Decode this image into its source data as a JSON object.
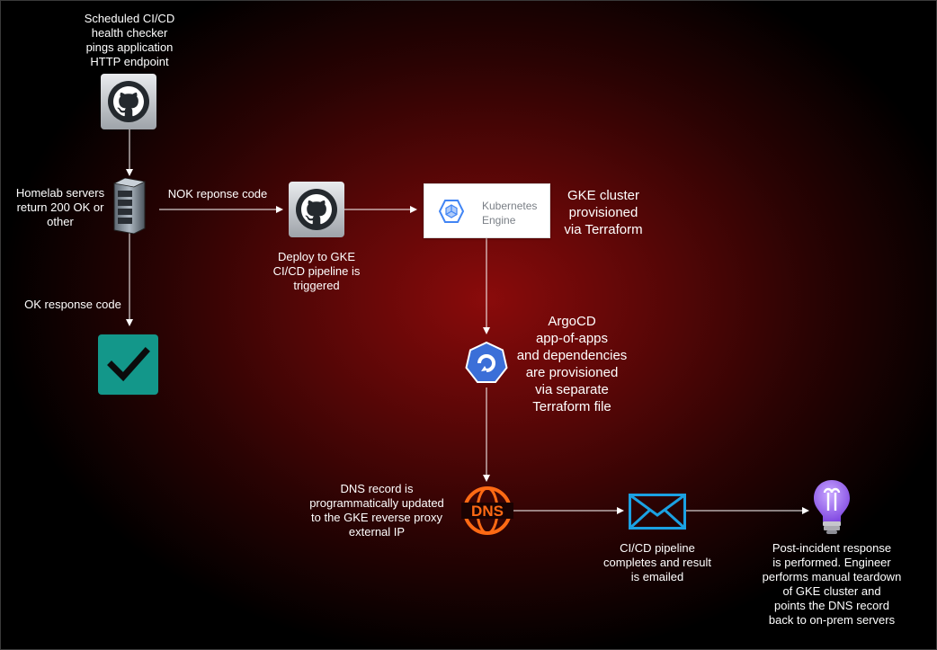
{
  "labels": {
    "scheduled": [
      "Scheduled CI/CD",
      "health checker",
      "pings application",
      "HTTP endpoint"
    ],
    "homelab": [
      "Homelab servers",
      "return 200 OK or",
      "other"
    ],
    "nok": [
      "NOK reponse code"
    ],
    "ok": [
      "OK response code"
    ],
    "deploy": [
      "Deploy to GKE",
      "CI/CD pipeline is",
      "triggered"
    ],
    "gke": [
      "GKE cluster",
      "provisioned",
      "via Terraform"
    ],
    "argocd": [
      "ArgoCD",
      "app-of-apps",
      "and dependencies",
      "are provisioned",
      "via separate",
      "Terraform file"
    ],
    "dns": [
      "DNS record is",
      "programmatically updated",
      "to the GKE reverse proxy",
      "external IP"
    ],
    "cicd_done": [
      "CI/CD pipeline",
      "completes and result",
      "is emailed"
    ],
    "post_incident": [
      "Post-incident response",
      "is performed. Engineer",
      "performs manual teardown",
      "of GKE cluster and",
      "points the DNS record",
      "back to on-prem servers"
    ]
  },
  "nodes": {
    "kubernetes_engine": {
      "line1": "Kubernetes",
      "line2": "Engine"
    },
    "dns_icon_text": "DNS"
  },
  "icons": {
    "scheduler": "github-icon",
    "server": "server-rack-icon",
    "pipeline": "github-icon",
    "k8s": "kubernetes-engine-icon",
    "argocd": "argocd-icon",
    "dns": "dns-icon",
    "email": "envelope-icon",
    "incident": "lightbulb-icon",
    "ok": "checkmark-icon"
  },
  "colors": {
    "background_center": "#8a0b0b",
    "background_edge": "#000000",
    "check_bg": "#13978a",
    "argocd_blue": "#3b6fd8",
    "dns_orange": "#ff6a14",
    "envelope_blue": "#1ba1e2",
    "bulb_purple": "#9b6cf0"
  }
}
